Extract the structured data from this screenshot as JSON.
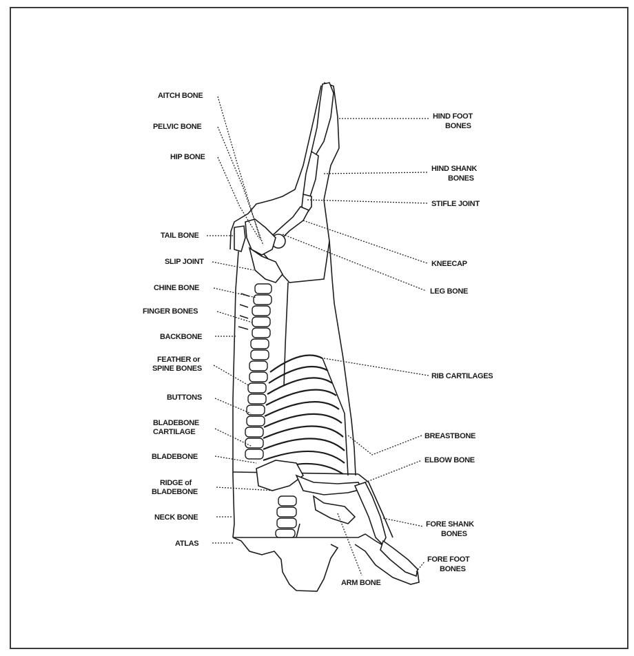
{
  "labels_left": {
    "aitch_bone": "AITCH BONE",
    "pelvic_bone": "PELVIC BONE",
    "hip_bone": "HIP BONE",
    "tail_bone": "TAIL BONE",
    "slip_joint": "SLIP JOINT",
    "chine_bone": "CHINE BONE",
    "finger_bones": "FINGER BONES",
    "backbone": "BACKBONE",
    "feather_1": "FEATHER or",
    "feather_2": "SPINE BONES",
    "buttons": "BUTTONS",
    "bladebone_cart_1": "BLADEBONE",
    "bladebone_cart_2": "CARTILAGE",
    "bladebone": "BLADEBONE",
    "ridge_1": "RIDGE of",
    "ridge_2": "BLADEBONE",
    "neck_bone": "NECK BONE",
    "atlas": "ATLAS"
  },
  "labels_right": {
    "hind_foot_1": "HIND FOOT",
    "hind_foot_2": "BONES",
    "hind_shank_1": "HIND SHANK",
    "hind_shank_2": "BONES",
    "stifle_joint": "STIFLE JOINT",
    "kneecap": "KNEECAP",
    "leg_bone": "LEG BONE",
    "rib_cartilages": "RIB CARTILAGES",
    "breastbone": "BREASTBONE",
    "elbow_bone": "ELBOW BONE",
    "fore_shank_1": "FORE SHANK",
    "fore_shank_2": "BONES",
    "fore_foot_1": "FORE FOOT",
    "fore_foot_2": "BONES",
    "arm_bone": "ARM BONE"
  }
}
